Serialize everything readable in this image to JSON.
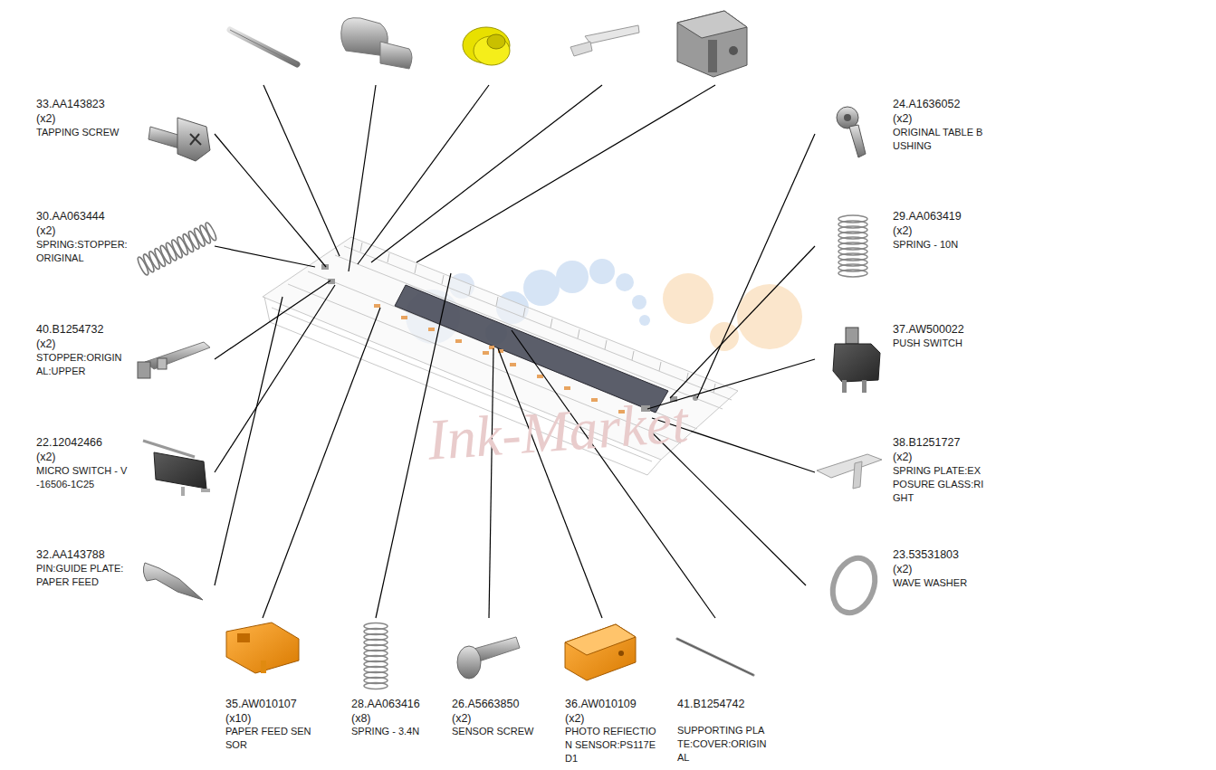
{
  "diagram": {
    "labels": [
      "33.AA143823",
      "(x2)",
      "TAPPING SCREW",
      "30.AA063444",
      "(x2)",
      "SPRING:STOPPER: ORIGINAL",
      "40.B1254732",
      "(x2)",
      "STOPPER:ORIGIN AL:UPPER",
      "22.12042466",
      "(x2)",
      "MICRO SWITCH - V -16506-1C25",
      "32.AA143788",
      "PIN:GUIDE PLATE: PAPER FEED",
      "24.A1636052",
      "(x2)",
      "ORIGINAL TABLE B USHING",
      "29.AA063419",
      "(x2)",
      "SPRING - 10N",
      "37.AW500022",
      "PUSH SWITCH",
      "38.B1251727",
      "(x2)",
      "SPRING PLATE:EX POSURE GLASS:RI GHT",
      "23.53531803",
      "(x2)",
      "WAVE WASHER",
      "35.AW010107",
      "(x10)",
      "PAPER FEED SEN SOR",
      "28.AA063416",
      "(x8)",
      "SPRING - 3.4N",
      "26.A5663850",
      "(x2)",
      "SENSOR SCREW",
      "36.AW010109",
      "(x2)",
      "PHOTO REFIECTIO N SENSOR:PS117E D1",
      "41.B1254742",
      "SUPPORTING PLA TE:COVER:ORIGIN AL",
      "Ink-Market"
    ]
  }
}
